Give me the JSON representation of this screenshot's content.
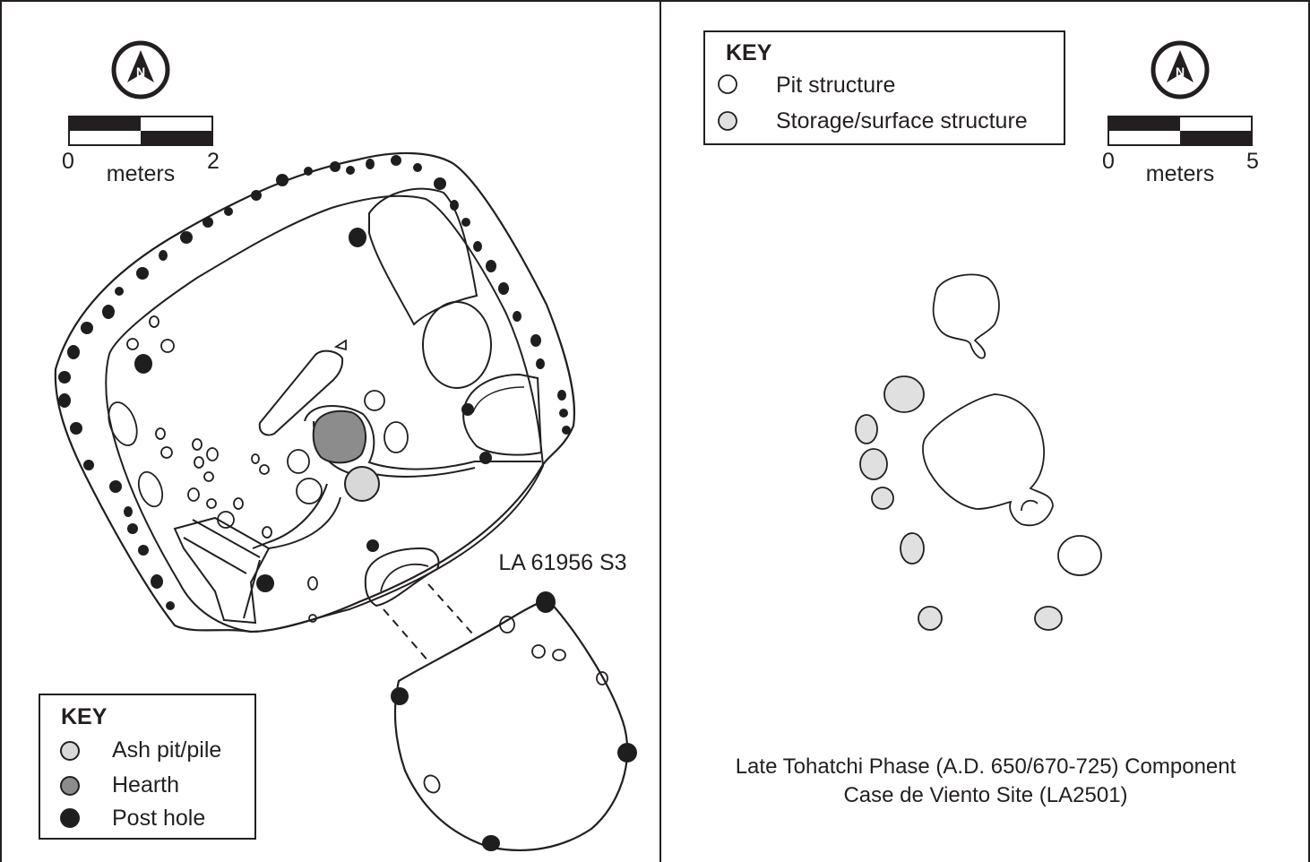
{
  "left_panel": {
    "north_arrow": {
      "icon": "north-arrow-icon",
      "letter": "N"
    },
    "scale": {
      "min": "0",
      "max": "2",
      "unit": "meters"
    },
    "structure_label": "LA 61956 S3",
    "key": {
      "title": "KEY",
      "items": [
        {
          "label": "Ash pit/pile",
          "color": "#d8d8d8"
        },
        {
          "label": "Hearth",
          "color": "#8c8c8c"
        },
        {
          "label": "Post hole",
          "color": "#1e1e1e"
        }
      ]
    }
  },
  "right_panel": {
    "north_arrow": {
      "icon": "north-arrow-icon",
      "letter": "N"
    },
    "scale": {
      "min": "0",
      "max": "5",
      "unit": "meters"
    },
    "key": {
      "title": "KEY",
      "items": [
        {
          "label": "Pit structure",
          "color": "#ffffff"
        },
        {
          "label": "Storage/surface structure",
          "color": "#e0e0e0"
        }
      ]
    },
    "caption": {
      "line1": "Late Tohatchi Phase (A.D. 650/670-725) Component",
      "line2": "Case de Viento Site (LA2501)"
    }
  },
  "colors": {
    "ink": "#231f20",
    "ash": "#d8d8d8",
    "hearth": "#8c8c8c",
    "post": "#1e1e1e",
    "storage": "#e0e0e0"
  }
}
